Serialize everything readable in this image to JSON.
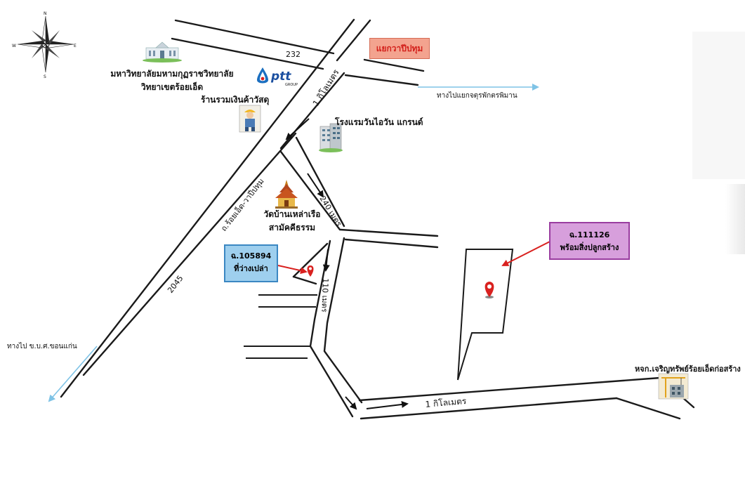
{
  "compass": {
    "north": "N",
    "south": "S",
    "east": "E",
    "west": "W"
  },
  "roads": {
    "route_232": "232",
    "route_2045": "2045",
    "main_road": "ถ.ร้อยเอ็ด-วาปีปทุม",
    "dist_1km_top": "1 กิโลเมตร",
    "dist_240m": "240 เมตร",
    "dist_110m": "110 เมตร",
    "dist_1km_bottom": "1 กิโลเมตร"
  },
  "directions": {
    "to_junction": "ทางไปแยกจตุรพักตรพิมาน",
    "to_khon_kaen": "ทางไป ข.บ.ศ.ขอนแก่น"
  },
  "places": {
    "university_line1": "มหาวิทยาลัยมหามกุฏราชวิทยาลัย",
    "university_line2": "วิทยาเขตร้อยเอ็ด",
    "ptt_logo": "ptt",
    "ptt_logo_sub": "GROUP",
    "hardware_store": "ร้านรวมเงินค้าวัสดุ",
    "hotel": "โรงแรมวันไอวัน แกรนด์",
    "temple_line1": "วัดบ้านเหล่าเรือ",
    "temple_line2": "สามัคคีธรรม",
    "construction": "หจก.เจริญทรัพย์ร้อยเอ็ดก่อสร้าง"
  },
  "callouts": {
    "intersection": "แยกวาปีปทุม",
    "land1_id": "ฉ.105894",
    "land1_desc": "ที่ว่างเปล่า",
    "land2_id": "ฉ.111126",
    "land2_desc": "พร้อมสิ่งปลูกสร้าง"
  },
  "colors": {
    "road": "#1a1a1a",
    "direction_arrow": "#7fc3e6",
    "pin": "#d9211f",
    "intersection_box": "#f3a38f",
    "land1_box": "#9ecfee",
    "land2_box": "#d79fdc"
  },
  "icons": {
    "compass": "compass-rose-icon",
    "university": "university-building-icon",
    "ptt": "ptt-logo-icon",
    "worker": "construction-worker-icon",
    "hotel": "hotel-building-icon",
    "temple": "temple-icon",
    "pin": "map-pin-icon",
    "crane": "construction-site-icon"
  }
}
